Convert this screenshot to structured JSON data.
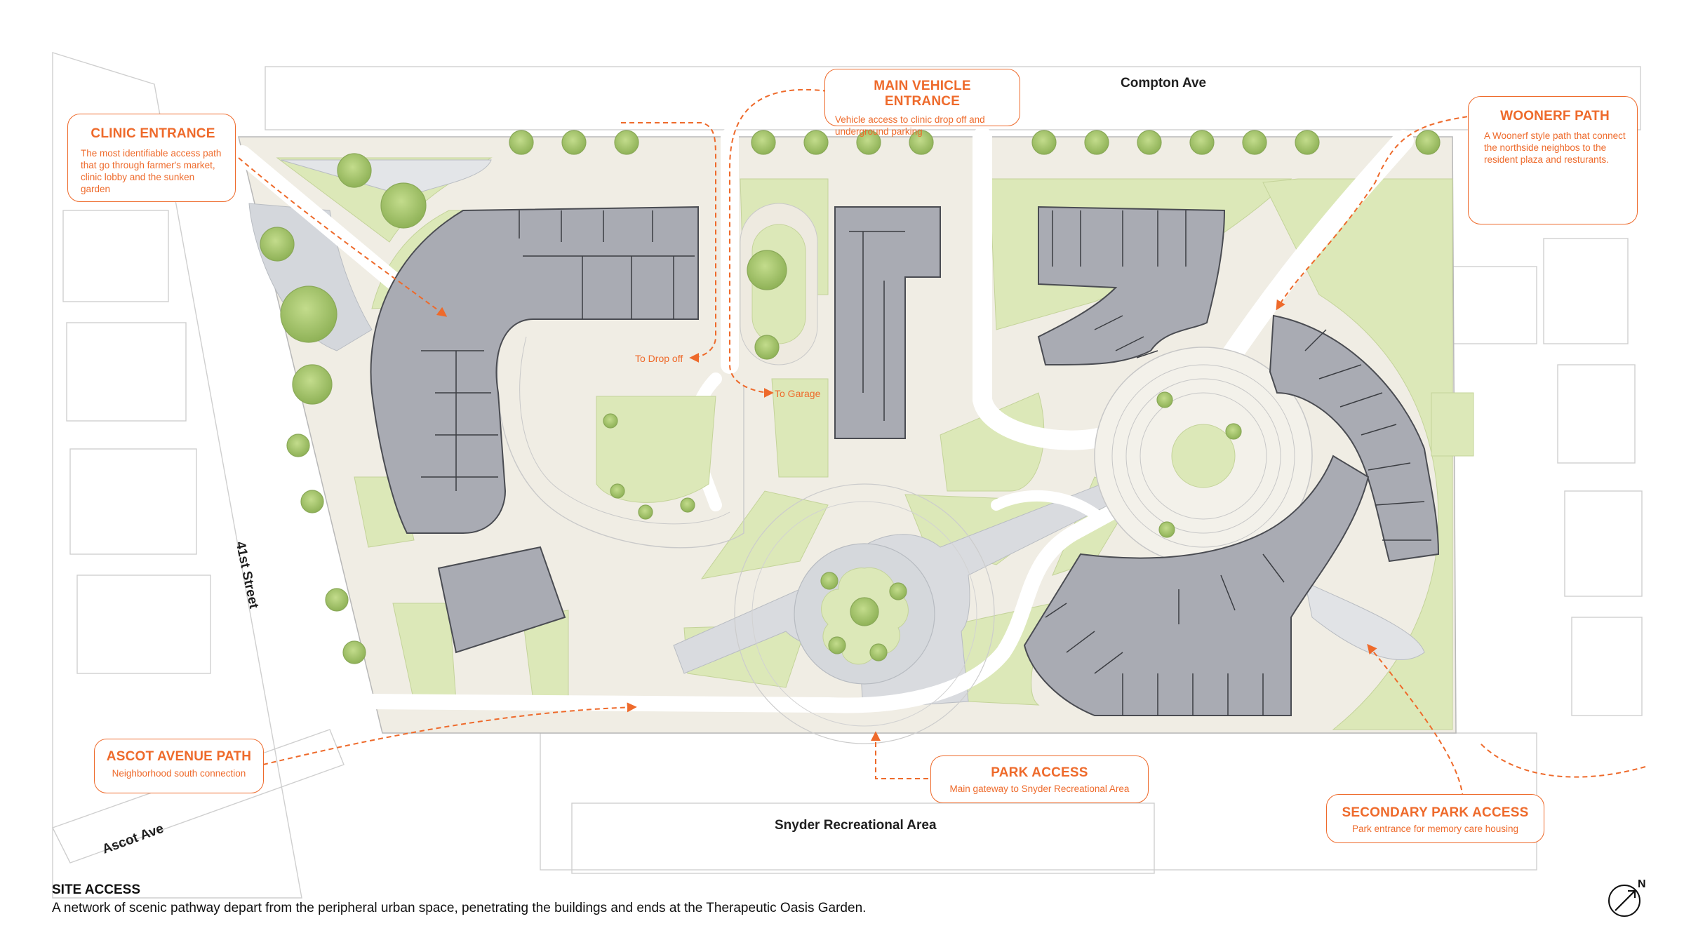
{
  "streets": {
    "compton": "Compton Ave",
    "street41": "41st Street",
    "ascot": "Ascot Ave",
    "snyder": "Snyder Recreational Area"
  },
  "callouts": {
    "clinic": {
      "title": "CLINIC ENTRANCE",
      "body": "The most identifiable access path that go through farmer's market, clinic lobby and the sunken garden"
    },
    "main_vehicle": {
      "title": "MAIN VEHICLE ENTRANCE",
      "body": "Vehicle access to clinic drop off and underground parking"
    },
    "woonerf": {
      "title": "WOONERF PATH",
      "body": "A Woonerf style path that connect the northside neighbos to the resident plaza and resturants."
    },
    "ascot_path": {
      "title": "ASCOT AVENUE PATH",
      "body": "Neighborhood south connection"
    },
    "park_access": {
      "title": "PARK ACCESS",
      "body": "Main gateway to Snyder Recreational Area"
    },
    "secondary_park": {
      "title": "SECONDARY PARK ACCESS",
      "body": "Park entrance for memory care housing"
    }
  },
  "inmap_labels": {
    "drop_off": "To Drop off",
    "garage": "To Garage"
  },
  "caption": {
    "title": "SITE ACCESS",
    "text": "A network of scenic pathway depart from the peripheral urban space, penetrating the buildings and ends at the Therapeutic Oasis Garden."
  },
  "north_label": "N",
  "colors": {
    "accent": "#ee6a2b",
    "lawn": "#dce8b8",
    "building": "#a9abb3",
    "plaza": "#d9dbdf",
    "tree": "#a6c56d",
    "paving": "#eeeae0"
  }
}
